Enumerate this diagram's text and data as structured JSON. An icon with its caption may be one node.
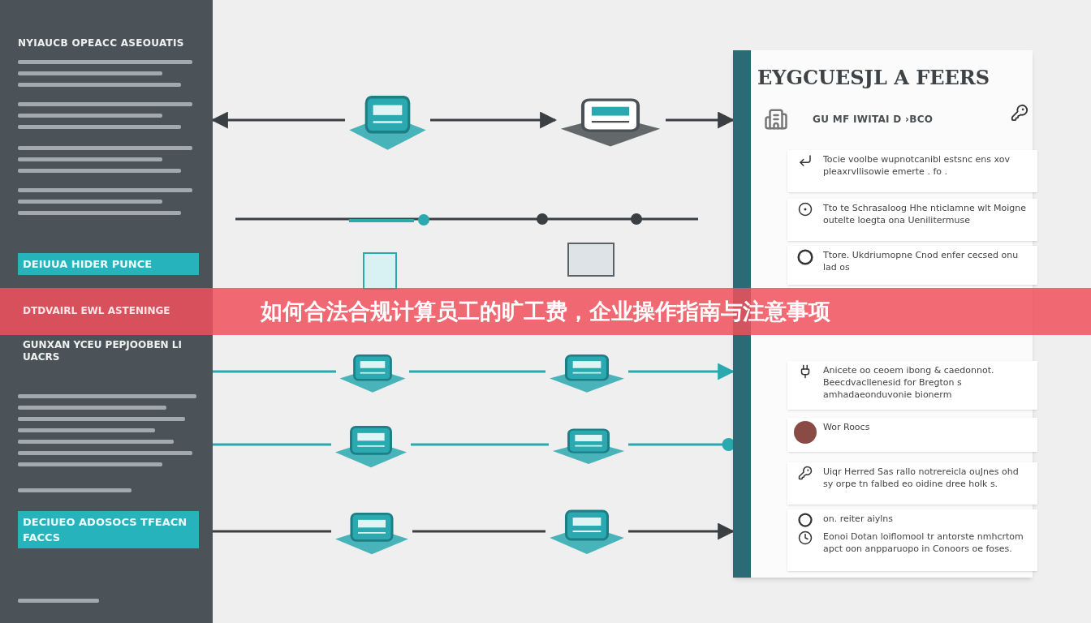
{
  "diagram": {
    "title": "如何合法合规计算员工的旷工费，企业操作指南与注意事项",
    "nodes": [
      {
        "text": [
          "NYIAUCB OPEACC ASEOUATIS",
          "DTDVAIRL EWL ASTENINGE",
          "GUNXAN YCEU PEPJOOBEN LI UACRS"
        ]
      },
      {
        "text": [
          "DEIUUA HIDER PUNCE"
        ],
        "in": 0
      },
      {
        "text": [
          "DECIUEO ADOSOCS TFEACN FACCS"
        ],
        "in": 0
      },
      {
        "text": [
          "EYGCUESJL A FEERS",
          "GU MF IWITAI D ›BCO"
        ]
      },
      {
        "text": [
          "Tocie voolbe wupnotcanibl estsnc ens xov pleaxrvllisowie emerte . fo ."
        ],
        "in": 3
      },
      {
        "text": [
          "Tto te Schrasaloog Hhe nticlamne wlt Moigne outelte loegta ona Uenilitermuse"
        ],
        "in": 3
      },
      {
        "text": [
          "Ttore. Ukdriumopne Cnod enfer cecsed onu lad os"
        ],
        "in": 3
      },
      {
        "text": [
          "Anicete oo ceoem ibong & caedonnot. Beecdvacllenesid for Bregton s amhadaeonduvonie bionerm"
        ],
        "in": 3
      },
      {
        "text": [
          "Wor Roocs"
        ],
        "in": 3
      },
      {
        "text": [
          "Uiqr Herred Sas rallo notrereicla ouJnes ohd sy orpe tn falbed eo oidine dree holk s."
        ],
        "in": 3
      },
      {
        "text": [
          "on. reiter aiylns",
          "Eonoi Dotan loiflomool tr antorste nmhcrtom apct oon anpparuopo in Conoors oe foses."
        ],
        "in": 3
      },
      {
        "text": [],
        "shape": "picture"
      },
      {
        "text": [],
        "shape": "picture"
      },
      {
        "text": [],
        "shape": "picture"
      },
      {
        "text": [],
        "shape": "picture"
      },
      {
        "text": [],
        "shape": "picture"
      },
      {
        "text": [],
        "shape": "picture"
      },
      {
        "text": [],
        "shape": "picture"
      },
      {
        "text": [],
        "shape": "picture"
      }
    ],
    "edges": [
      {
        "from": 11,
        "to": 0,
        "arrow": "to"
      },
      {
        "from": 11,
        "to": 12,
        "arrow": "to"
      },
      {
        "from": 12,
        "to": 3,
        "arrow": "to"
      },
      {
        "from": 0,
        "to": 13,
        "arrow": "none",
        "color": "#2aa9b0"
      },
      {
        "from": 13,
        "to": 14,
        "arrow": "none",
        "color": "#2aa9b0"
      },
      {
        "from": 14,
        "to": 3,
        "arrow": "to",
        "color": "#2aa9b0"
      },
      {
        "from": 0,
        "to": 15,
        "arrow": "none",
        "color": "#2aa9b0"
      },
      {
        "from": 15,
        "to": 16,
        "arrow": "none",
        "color": "#2aa9b0"
      },
      {
        "from": 16,
        "to": 3,
        "arrow": "other",
        "color": "#2aa9b0"
      },
      {
        "from": 0,
        "to": 17,
        "arrow": "none"
      },
      {
        "from": 17,
        "to": 18,
        "arrow": "none"
      },
      {
        "from": 18,
        "to": 3,
        "arrow": "to"
      }
    ]
  }
}
